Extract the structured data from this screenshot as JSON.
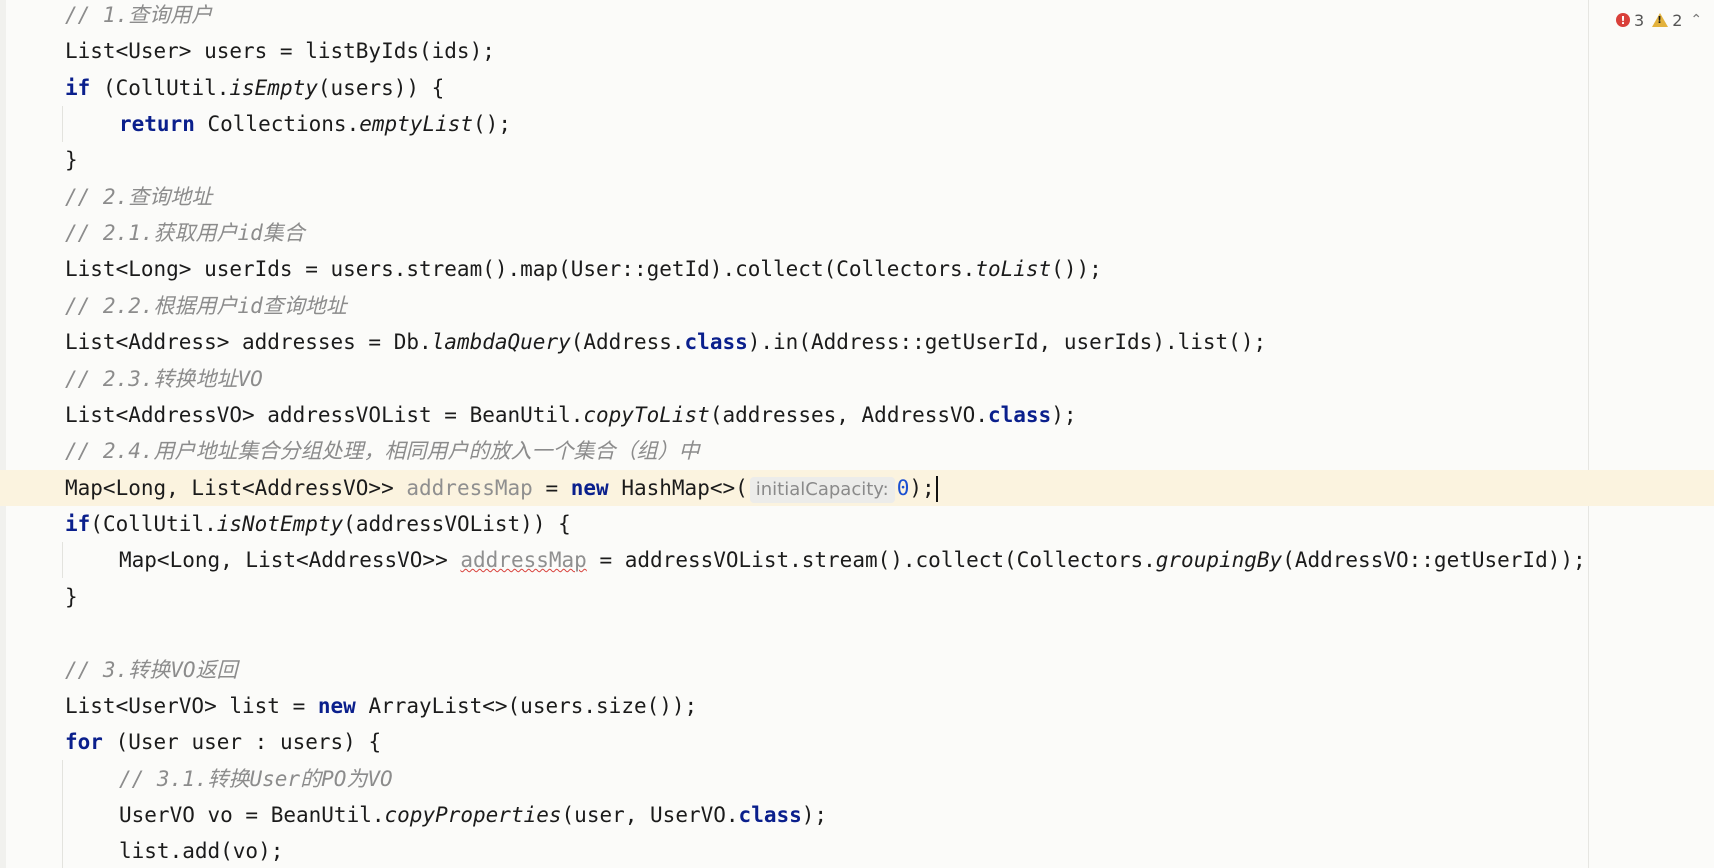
{
  "inspections": {
    "errors": "3",
    "warnings": "2"
  },
  "code": {
    "l01": "// 1.查询用户",
    "l02": "List<User> users = listByIds(ids);",
    "l03_kw": "if",
    "l03_a": " (CollUtil.",
    "l03_it": "isEmpty",
    "l03_b": "(users)) {",
    "l04_kw": "return",
    "l04_a": " Collections.",
    "l04_it": "emptyList",
    "l04_b": "();",
    "l05": "}",
    "l06": "// 2.查询地址",
    "l07": "// 2.1.获取用户id集合",
    "l08_a": "List<Long> userIds = users.stream().map(User::getId).collect(Collectors.",
    "l08_it": "toList",
    "l08_b": "());",
    "l09": "// 2.2.根据用户id查询地址",
    "l10_a": "List<Address> addresses = Db.",
    "l10_it": "lambdaQuery",
    "l10_b": "(Address.",
    "l10_kw": "class",
    "l10_c": ").in(Address::getUserId, userIds).list();",
    "l11": "// 2.3.转换地址VO",
    "l12_a": "List<AddressVO> addressVOList = BeanUtil.",
    "l12_it": "copyToList",
    "l12_b": "(addresses, AddressVO.",
    "l12_kw": "class",
    "l12_c": ");",
    "l13": "// 2.4.用户地址集合分组处理，相同用户的放入一个集合（组）中",
    "l14_a": "Map<Long, List<AddressVO>> ",
    "l14_dim": "addressMap",
    "l14_b": " = ",
    "l14_kw": "new",
    "l14_c": " HashMap<>(",
    "l14_hint": "initialCapacity:",
    "l14_num": "0",
    "l14_d": ");",
    "l15_kw": "if",
    "l15_a": "(CollUtil.",
    "l15_it": "isNotEmpty",
    "l15_b": "(addressVOList)) {",
    "l16_a": "Map<Long, List<AddressVO>> ",
    "l16_squig": "addressMap",
    "l16_b": " = addressVOList.stream().collect(Collectors.",
    "l16_it": "groupingBy",
    "l16_c": "(AddressVO::getUserId));",
    "l17": "}",
    "l19": "// 3.转换VO返回",
    "l20_a": "List<UserVO> list = ",
    "l20_kw": "new",
    "l20_b": " ArrayList<>(users.size());",
    "l21_kw": "for",
    "l21_a": " (User user : users) {",
    "l22": "// 3.1.转换User的PO为VO",
    "l23_a": "UserVO vo = BeanUtil.",
    "l23_it": "copyProperties",
    "l23_b": "(user, UserVO.",
    "l23_kw": "class",
    "l23_c": ");",
    "l24": "list.add(vo);"
  }
}
